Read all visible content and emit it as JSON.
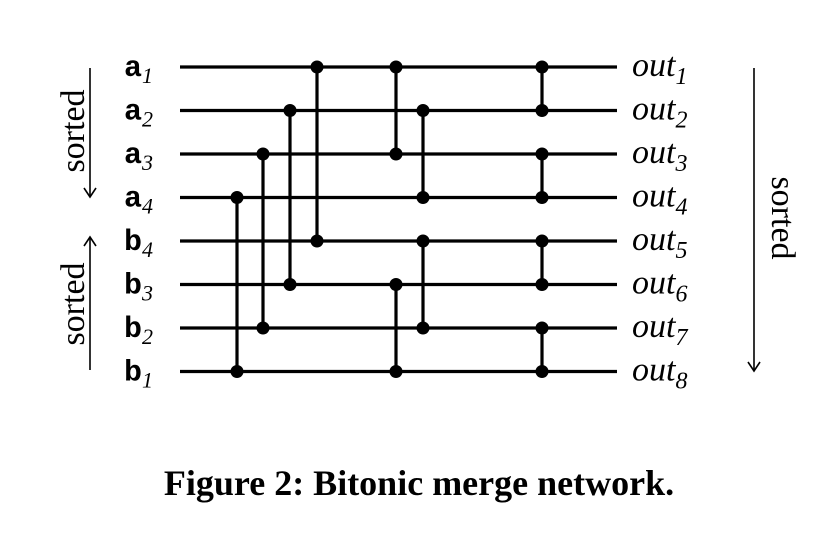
{
  "diagram": {
    "inputs": [
      {
        "base": "a",
        "sub": "1"
      },
      {
        "base": "a",
        "sub": "2"
      },
      {
        "base": "a",
        "sub": "3"
      },
      {
        "base": "a",
        "sub": "4"
      },
      {
        "base": "b",
        "sub": "4"
      },
      {
        "base": "b",
        "sub": "3"
      },
      {
        "base": "b",
        "sub": "2"
      },
      {
        "base": "b",
        "sub": "1"
      }
    ],
    "outputs": [
      {
        "base": "out",
        "sub": "1"
      },
      {
        "base": "out",
        "sub": "2"
      },
      {
        "base": "out",
        "sub": "3"
      },
      {
        "base": "out",
        "sub": "4"
      },
      {
        "base": "out",
        "sub": "5"
      },
      {
        "base": "out",
        "sub": "6"
      },
      {
        "base": "out",
        "sub": "7"
      },
      {
        "base": "out",
        "sub": "8"
      }
    ],
    "left_sorted_label_top": "sorted",
    "left_sorted_label_bottom": "sorted",
    "right_sorted_label": "sorted",
    "comparators": [
      {
        "stage": 1,
        "from": 4,
        "to": 8
      },
      {
        "stage": 2,
        "from": 3,
        "to": 7
      },
      {
        "stage": 3,
        "from": 2,
        "to": 6
      },
      {
        "stage": 4,
        "from": 1,
        "to": 5
      },
      {
        "stage": 5,
        "from": 1,
        "to": 3
      },
      {
        "stage": 5,
        "from": 6,
        "to": 8
      },
      {
        "stage": 6,
        "from": 2,
        "to": 4
      },
      {
        "stage": 6,
        "from": 5,
        "to": 7
      },
      {
        "stage": 7,
        "from": 1,
        "to": 2
      },
      {
        "stage": 7,
        "from": 3,
        "to": 4
      },
      {
        "stage": 7,
        "from": 5,
        "to": 6
      },
      {
        "stage": 7,
        "from": 7,
        "to": 8
      }
    ]
  },
  "caption": "Figure 2: Bitonic merge network."
}
